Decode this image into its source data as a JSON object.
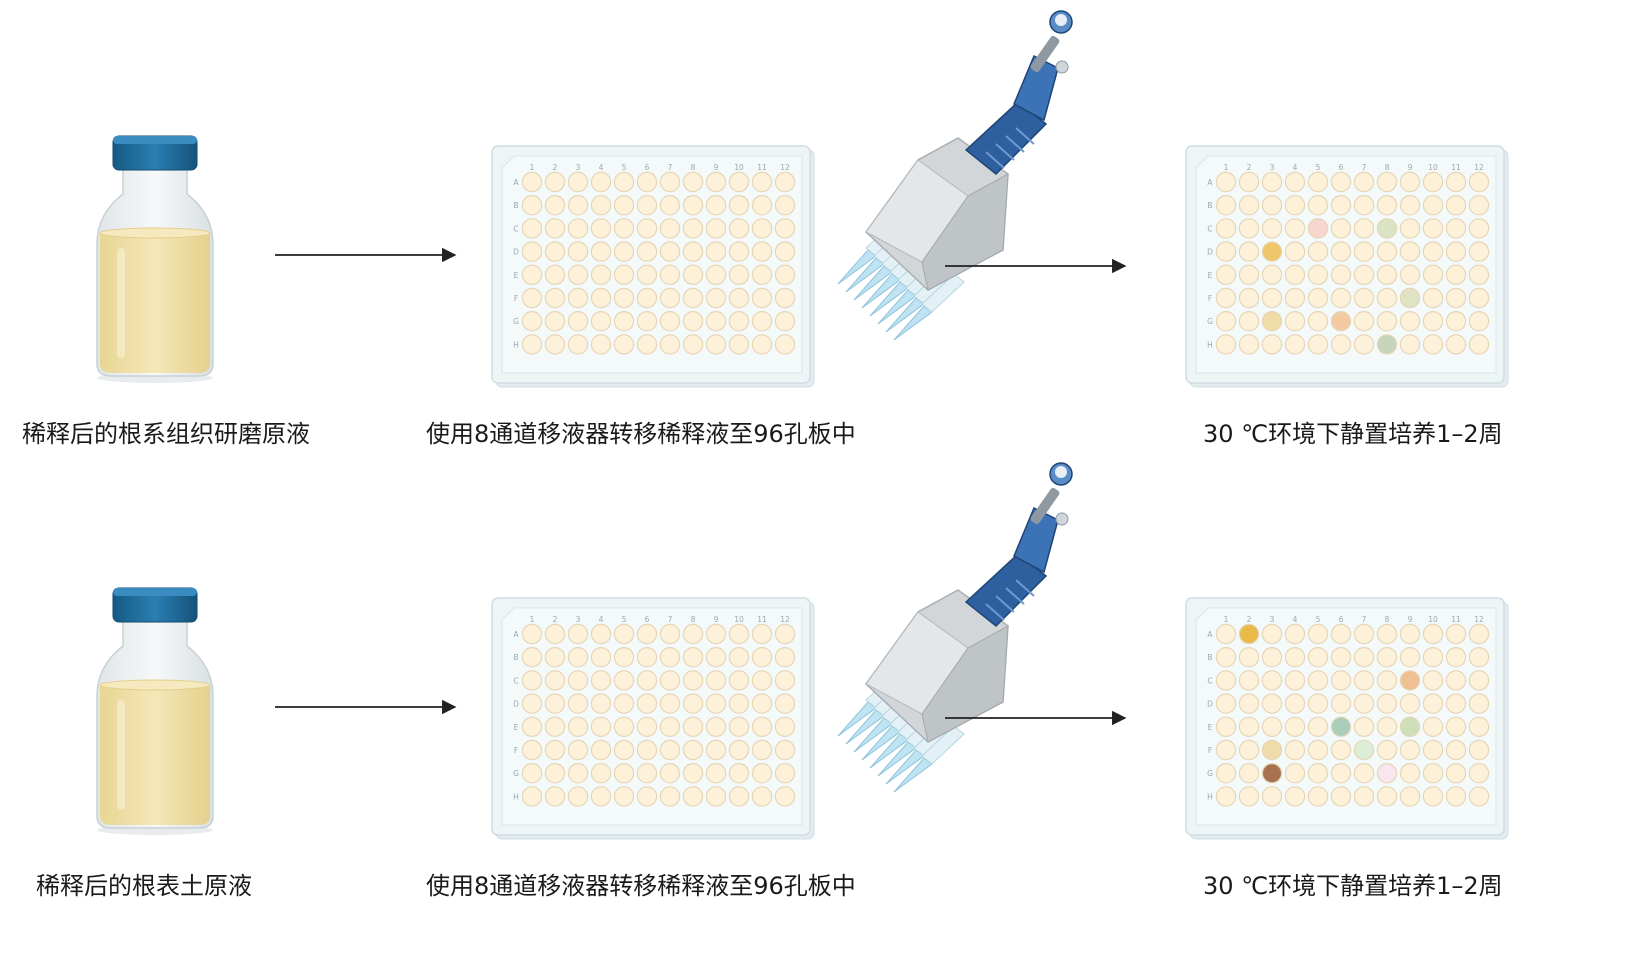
{
  "rows": [
    {
      "source_label": "稀释后的根系组织研磨原液",
      "transfer_label": "使用8通道移液器转移稀释液至96孔板中",
      "incubation_label": "30 ℃环境下静置培养1–2周",
      "colored_wells": [
        {
          "row": "C",
          "col": 5,
          "color": "#f6d6cf"
        },
        {
          "row": "C",
          "col": 8,
          "color": "#dbe3c5"
        },
        {
          "row": "D",
          "col": 3,
          "color": "#efc66a"
        },
        {
          "row": "F",
          "col": 9,
          "color": "#dfe3c4"
        },
        {
          "row": "G",
          "col": 3,
          "color": "#f0dca6"
        },
        {
          "row": "G",
          "col": 6,
          "color": "#f2c9a0"
        },
        {
          "row": "H",
          "col": 8,
          "color": "#c6d4b9"
        }
      ]
    },
    {
      "source_label": "稀释后的根表土原液",
      "transfer_label": "使用8通道移液器转移稀释液至96孔板中",
      "incubation_label": "30 ℃环境下静置培养1–2周",
      "colored_wells": [
        {
          "row": "A",
          "col": 2,
          "color": "#e9b94a"
        },
        {
          "row": "C",
          "col": 9,
          "color": "#f0bf93"
        },
        {
          "row": "E",
          "col": 6,
          "color": "#a9cdb9"
        },
        {
          "row": "E",
          "col": 9,
          "color": "#cfdfb9"
        },
        {
          "row": "F",
          "col": 3,
          "color": "#efdcaa"
        },
        {
          "row": "F",
          "col": 7,
          "color": "#dcefd6"
        },
        {
          "row": "G",
          "col": 3,
          "color": "#a8724e"
        },
        {
          "row": "G",
          "col": 8,
          "color": "#f8e6ef"
        }
      ]
    }
  ],
  "plate": {
    "row_letters": [
      "A",
      "B",
      "C",
      "D",
      "E",
      "F",
      "G",
      "H"
    ],
    "col_numbers": [
      "1",
      "2",
      "3",
      "4",
      "5",
      "6",
      "7",
      "8",
      "9",
      "10",
      "11",
      "12"
    ]
  },
  "colors": {
    "well_fill": "#fdf1d9",
    "well_stroke": "#e6d6b6",
    "plate_fill": "#eef5f7",
    "plate_stroke": "#cfdde3",
    "liquid": "#f1dfa6",
    "cap": "#1d6d9c",
    "pipette_blue": "#2e5f9e",
    "arrow": "#222222"
  }
}
